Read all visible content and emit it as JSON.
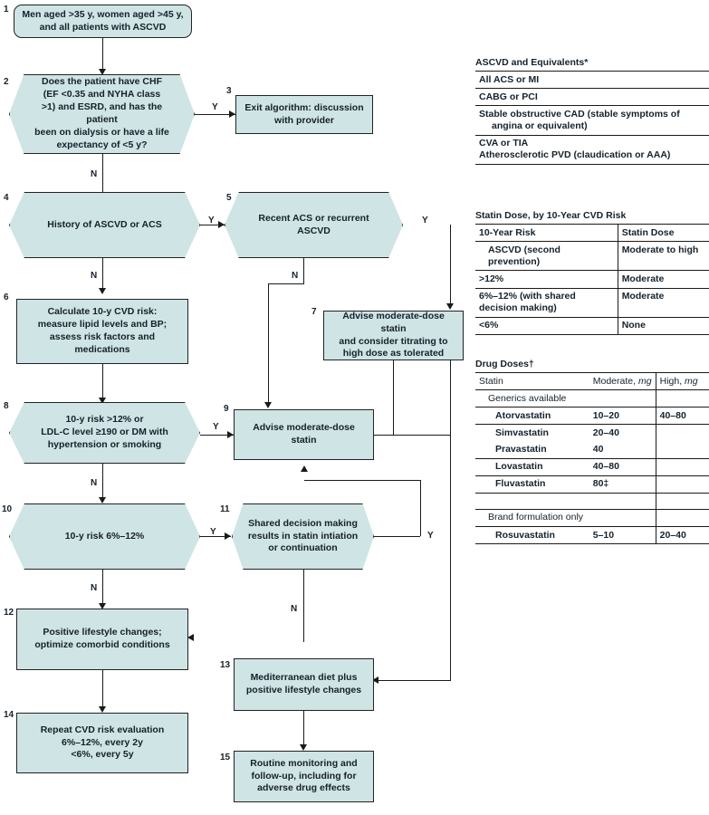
{
  "flowchart": {
    "nodes": [
      {
        "id": "1",
        "shape": "rounded",
        "text": "Men aged >35 y, women aged >45 y, and all patients with ASCVD"
      },
      {
        "id": "2",
        "shape": "hex",
        "text": "Does the patient have CHF (EF <0.35 and NYHA class >1) and ESRD, and has the patient been on dialysis or have a life expectancy of <5 y?"
      },
      {
        "id": "3",
        "shape": "rect",
        "text": "Exit algorithm: discussion with provider"
      },
      {
        "id": "4",
        "shape": "hex",
        "text": "History of ASCVD or ACS"
      },
      {
        "id": "5",
        "shape": "hex",
        "text": "Recent ACS or recurrent ASCVD"
      },
      {
        "id": "6",
        "shape": "rect",
        "text": "Calculate 10-y CVD risk: measure lipid levels and BP; assess risk factors and medications"
      },
      {
        "id": "7",
        "shape": "rect",
        "text": "Advise moderate-dose statin and consider titrating to high dose as tolerated"
      },
      {
        "id": "8",
        "shape": "hex",
        "text": "10-y risk >12% or LDL-C level ≥190 or DM with hypertension or smoking"
      },
      {
        "id": "9",
        "shape": "rect",
        "text": "Advise moderate-dose statin"
      },
      {
        "id": "10",
        "shape": "hex",
        "text": "10-y risk 6%–12%"
      },
      {
        "id": "11",
        "shape": "hex",
        "text": "Shared decision making results in statin intiation or continuation"
      },
      {
        "id": "12",
        "shape": "rect",
        "text": "Positive lifestyle changes; optimize comorbid conditions"
      },
      {
        "id": "13",
        "shape": "rect",
        "text": "Mediterranean diet plus positive lifestyle changes"
      },
      {
        "id": "14",
        "shape": "rect",
        "text": "Repeat CVD risk evaluation 6%–12%, every 2y <6%, every 5y"
      },
      {
        "id": "15",
        "shape": "rect",
        "text": "Routine monitoring and follow-up, including for adverse drug effects"
      }
    ],
    "branch_labels": {
      "n2_yes": "Y",
      "n2_no": "N",
      "n4_yes": "Y",
      "n4_no": "N",
      "n5_yes": "Y",
      "n5_no": "N",
      "n8_yes": "Y",
      "n8_no": "N",
      "n10_yes": "Y",
      "n10_no": "N",
      "n11_yes": "Y",
      "n11_no": "N"
    },
    "node_text_lines": {
      "1": [
        "Men aged >35 y, women aged >45 y,",
        "and all patients with ASCVD"
      ],
      "2": [
        "Does the patient have CHF",
        "(EF <0.35 and NYHA class",
        ">1) and ESRD, and has the patient",
        "been on dialysis or have a life",
        "expectancy of <5 y?"
      ],
      "3": [
        "Exit algorithm: discussion",
        "with provider"
      ],
      "4": [
        "History of ASCVD or ACS"
      ],
      "5": [
        "Recent ACS or recurrent",
        "ASCVD"
      ],
      "6": [
        "Calculate 10-y CVD risk:",
        "measure lipid levels and BP;",
        "assess risk factors and",
        "medications"
      ],
      "7": [
        "Advise moderate-dose statin",
        "and consider titrating to",
        "high dose as tolerated"
      ],
      "8": [
        "10-y risk >12% or",
        "LDL-C level ≥190 or DM with",
        "hypertension or smoking"
      ],
      "9": [
        "Advise moderate-dose statin"
      ],
      "10": [
        "10-y risk 6%–12%"
      ],
      "11": [
        "Shared decision making",
        "results in statin intiation",
        "or continuation"
      ],
      "12": [
        "Positive lifestyle changes;",
        "optimize comorbid conditions"
      ],
      "13": [
        "Mediterranean diet plus",
        "positive lifestyle changes"
      ],
      "14": [
        "Repeat CVD risk evaluation",
        "6%–12%, every 2y",
        "<6%, every 5y"
      ],
      "15": [
        "Routine monitoring and",
        "follow-up, including for",
        "adverse drug effects"
      ]
    }
  },
  "tables": {
    "ascvd": {
      "title": "ASCVD and Equivalents*",
      "rows": [
        [
          "All ACS or MI"
        ],
        [
          "CABG or PCI"
        ],
        [
          "Stable obstructive CAD (stable symptoms of",
          "angina or equivalent)"
        ],
        [
          "CVA or TIA",
          "Atherosclerotic PVD (claudication or AAA)"
        ]
      ]
    },
    "statin_dose": {
      "title": "Statin Dose, by 10-Year CVD Risk",
      "headers": [
        "10-Year Risk",
        "Statin Dose"
      ],
      "rows": [
        {
          "risk": "ASCVD (second prevention)",
          "dose": "Moderate to high",
          "indent": true
        },
        {
          "risk": ">12%",
          "dose": "Moderate",
          "indent": false
        },
        {
          "risk": "6%–12% (with shared decision making)",
          "dose": "Moderate",
          "indent": false
        },
        {
          "risk": "<6%",
          "dose": "None",
          "indent": false
        }
      ]
    },
    "drug_doses": {
      "title": "Drug Doses†",
      "headers": [
        "Statin",
        "Moderate, mg",
        "High, mg"
      ],
      "header_italic_units": [
        "",
        "mg",
        "mg"
      ],
      "rows": [
        {
          "statin": "Generics available",
          "moderate": "",
          "high": "",
          "indent": 1,
          "rule": true
        },
        {
          "statin": "Atorvastatin",
          "moderate": "10–20",
          "high": "40–80",
          "indent": 2,
          "rule": true
        },
        {
          "statin": "Simvastatin",
          "moderate": "20–40",
          "high": "",
          "indent": 2,
          "rule": false
        },
        {
          "statin": "Pravastatin",
          "moderate": "40",
          "high": "",
          "indent": 2,
          "rule": true
        },
        {
          "statin": "Lovastatin",
          "moderate": "40–80",
          "high": "",
          "indent": 2,
          "rule": true
        },
        {
          "statin": "Fluvastatin",
          "moderate": "80‡",
          "high": "",
          "indent": 2,
          "rule": true
        },
        {
          "statin": "",
          "moderate": "",
          "high": "",
          "indent": 0,
          "rule": true
        },
        {
          "statin": "Brand formulation only",
          "moderate": "",
          "high": "",
          "indent": 1,
          "rule": true
        },
        {
          "statin": "Rosuvastatin",
          "moderate": "5–10",
          "high": "20–40",
          "indent": 2,
          "rule": true
        }
      ]
    }
  },
  "colors": {
    "node_fill": "#cfe4e4",
    "node_stroke": "#222222",
    "text": "#15212b"
  }
}
